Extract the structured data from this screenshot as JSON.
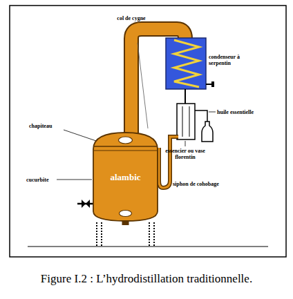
{
  "diagram": {
    "caption": "Figure I.2 : L’hydrodistillation traditionnelle.",
    "nodes": [
      {
        "text": [
          "alambic"
        ]
      }
    ],
    "labels": [
      "col de cygne",
      "condenseur à serpentin",
      "huile essentielle",
      "chapiteau",
      "essencier ou vase florentin",
      "siphon de cohobage",
      "cucurbite"
    ]
  }
}
